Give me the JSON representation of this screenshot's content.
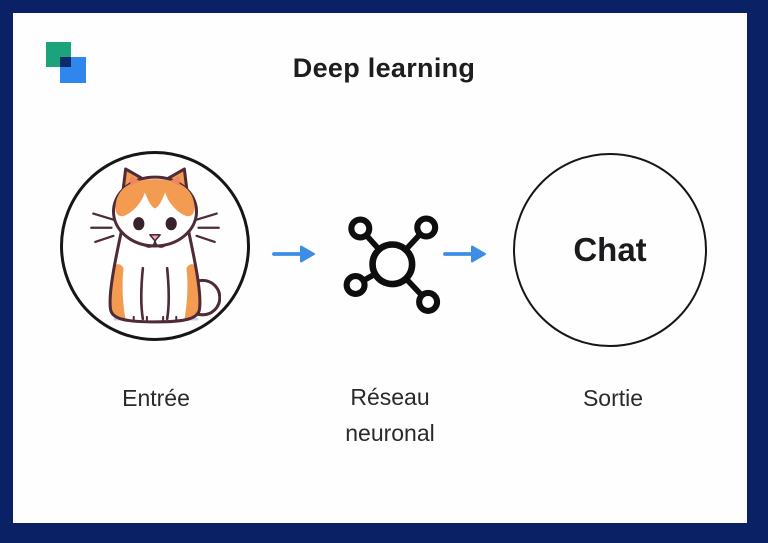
{
  "title": "Deep learning",
  "logo": {
    "description": "overlapping-squares-logo",
    "green_color": "#1ba47b",
    "blue_color": "#2f86ec",
    "overlap_color": "#0c2a6b"
  },
  "frame": {
    "border_color": "#0b2165",
    "background_color": "#fefefe"
  },
  "diagram": {
    "arrow_color": "#3d8de6",
    "input": {
      "label": "Entrée",
      "icon": "cat-illustration"
    },
    "process": {
      "label": "Réseau neuronal",
      "icon": "neural-network-icon"
    },
    "output": {
      "label": "Sortie",
      "text": "Chat"
    }
  },
  "cat_colors": {
    "outline": "#4f2b38",
    "orange": "#f49b52",
    "inner_ear": "#ee8660",
    "nose": "#ecaab2",
    "eyes": "#37222d"
  }
}
